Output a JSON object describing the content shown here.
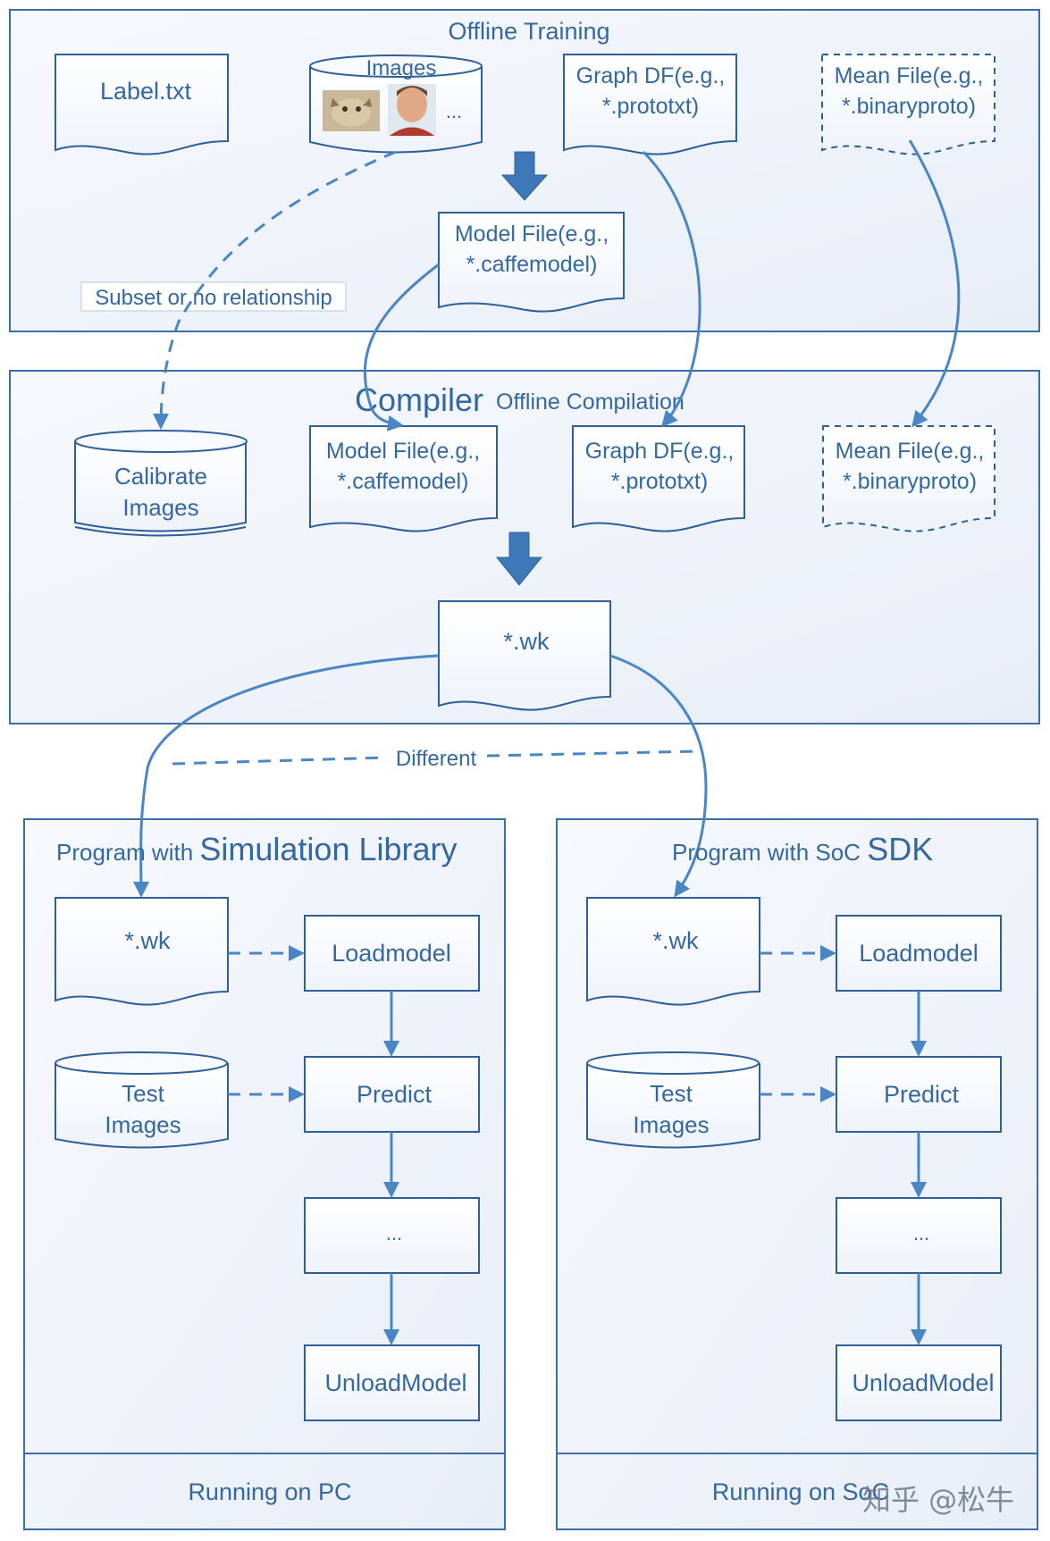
{
  "offline_training": {
    "title": "Offline Training",
    "label_file": "Label.txt",
    "images_title": "Images",
    "images_more": "...",
    "graph_df": [
      "Graph DF(e.g.,",
      "*.prototxt)"
    ],
    "mean_file": [
      "Mean File(e.g.,",
      "*.binaryproto)"
    ],
    "model_file": [
      "Model File(e.g.,",
      "*.caffemodel)"
    ],
    "subset_note": "Subset or no relationship"
  },
  "compilation": {
    "title_big": "Compiler",
    "title_small": "Offline Compilation",
    "calibrate": [
      "Calibrate",
      "Images"
    ],
    "model_file": [
      "Model File(e.g.,",
      "*.caffemodel)"
    ],
    "graph_df": [
      "Graph DF(e.g.,",
      "*.prototxt)"
    ],
    "mean_file": [
      "Mean File(e.g.,",
      "*.binaryproto)"
    ],
    "wk": "*.wk"
  },
  "different_label": "Different",
  "simulation": {
    "title_small": "Program with ",
    "title_big": "Simulation Library",
    "wk": "*.wk",
    "test_images": [
      "Test",
      "Images"
    ],
    "steps": [
      "Loadmodel",
      "Predict",
      "...",
      "UnloadModel"
    ],
    "footer": "Running on PC"
  },
  "soc": {
    "title_small": "Program with SoC ",
    "title_big": "SDK",
    "wk": "*.wk",
    "test_images": [
      "Test",
      "Images"
    ],
    "steps": [
      "Loadmodel",
      "Predict",
      "...",
      "UnloadModel"
    ],
    "footer": "Running on SoC"
  },
  "watermark": "知乎 @松牛",
  "colors": {
    "line": "#4a86c5",
    "stroke": "#2e5f98",
    "text": "#35689f",
    "arrow_fill": "#3f78b8"
  }
}
